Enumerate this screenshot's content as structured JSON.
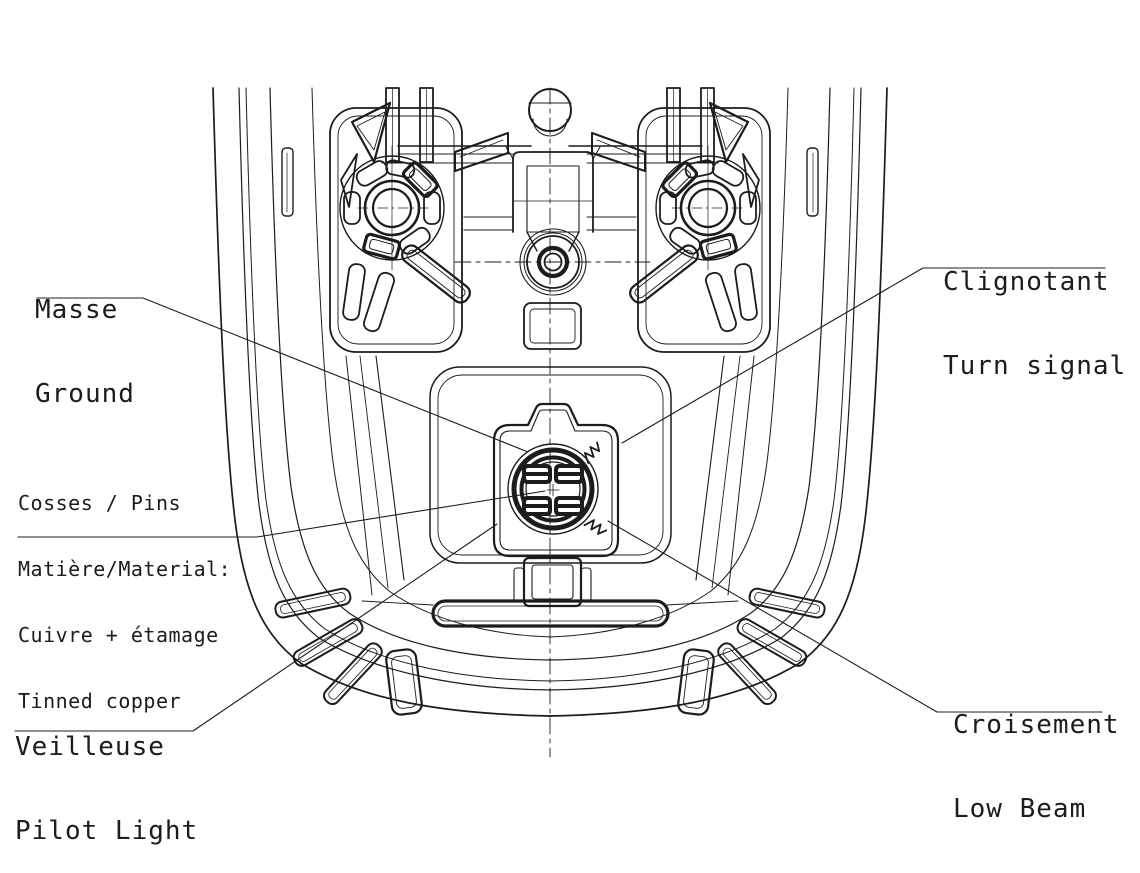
{
  "diagram": {
    "title": "headlight rear view connector pinout drawing",
    "colors": {
      "background": "#ffffff",
      "line": "#1c1c1c"
    },
    "labels": {
      "ground": {
        "line1": "Masse",
        "line2": "Ground"
      },
      "turn_signal": {
        "line1": "Clignotant",
        "line2": "Turn signal"
      },
      "pins_material": {
        "line1": "Cosses / Pins",
        "line2": "Matière/Material:",
        "line3": "Cuivre + étamage",
        "line4": "Tinned copper"
      },
      "pilot_light": {
        "line1": "Veilleuse",
        "line2": "Pilot Light"
      },
      "low_beam": {
        "line1": "Croisement",
        "line2": "Low Beam"
      }
    }
  }
}
